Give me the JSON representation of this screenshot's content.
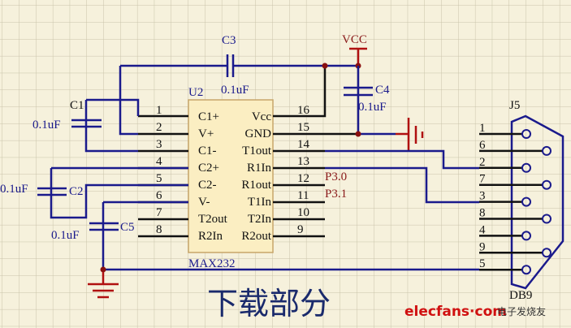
{
  "colors": {
    "wire": "#1a1a8c",
    "power": "#b01010",
    "chip_fill": "#fbeec2",
    "background": "#f6f1dc"
  },
  "chip": {
    "ref": "U2",
    "part": "MAX232",
    "left_pins": [
      {
        "num": "1",
        "name": "C1+"
      },
      {
        "num": "2",
        "name": "V+"
      },
      {
        "num": "3",
        "name": "C1-"
      },
      {
        "num": "4",
        "name": "C2+"
      },
      {
        "num": "5",
        "name": "C2-"
      },
      {
        "num": "6",
        "name": "V-"
      },
      {
        "num": "7",
        "name": "T2out"
      },
      {
        "num": "8",
        "name": "R2In"
      }
    ],
    "right_pins": [
      {
        "num": "16",
        "name": "Vcc"
      },
      {
        "num": "15",
        "name": "GND"
      },
      {
        "num": "14",
        "name": "T1out"
      },
      {
        "num": "13",
        "name": "R1In"
      },
      {
        "num": "12",
        "name": "R1out"
      },
      {
        "num": "11",
        "name": "T1In"
      },
      {
        "num": "10",
        "name": "T2In"
      },
      {
        "num": "9",
        "name": "R2out"
      }
    ]
  },
  "capacitors": [
    {
      "ref": "C1",
      "value": "0.1uF"
    },
    {
      "ref": "C2",
      "value": "0.1uF"
    },
    {
      "ref": "C3",
      "value": "0.1uF"
    },
    {
      "ref": "C4",
      "value": "0.1uF"
    },
    {
      "ref": "C5",
      "value": "0.1uF"
    }
  ],
  "power": {
    "vcc": "VCC"
  },
  "nets": {
    "p30": "P3.0",
    "p31": "P3.1"
  },
  "connector": {
    "ref": "J5",
    "part": "DB9",
    "pins": [
      "1",
      "6",
      "2",
      "7",
      "3",
      "8",
      "4",
      "9",
      "5"
    ]
  },
  "title": "下载部分",
  "watermark": {
    "site": "elecfans·com",
    "cn": "电子发烧友"
  }
}
